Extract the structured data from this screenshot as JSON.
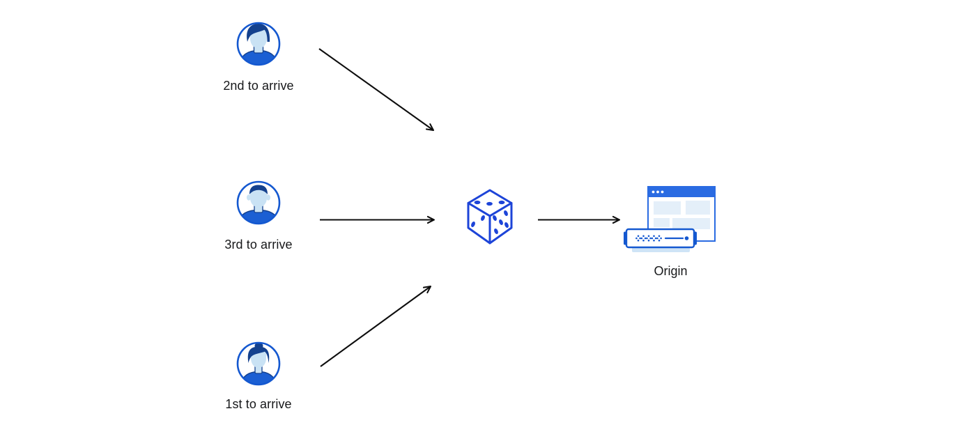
{
  "diagram": {
    "clients": [
      {
        "label": "2nd to arrive",
        "icon": "male-pompadour-avatar-icon"
      },
      {
        "label": "3rd to arrive",
        "icon": "male-flattop-avatar-icon"
      },
      {
        "label": "1st to arrive",
        "icon": "female-bun-avatar-icon"
      }
    ],
    "hub": {
      "icon": "dice-icon",
      "die_faces": {
        "top_pips": 3,
        "left_pips": 2,
        "right_pips": 5
      }
    },
    "origin": {
      "label": "Origin",
      "icon": "origin-server-browser-icon"
    },
    "colors": {
      "background": "#ffffff",
      "arrow": "#0d0d0d",
      "outline_blue": "#1458d0",
      "dice_blue": "#1d44d8",
      "hair_navy": "#14418e",
      "shirt_blue": "#1b5fd3",
      "skin_light_blue": "#c9e2f4",
      "browser_bar_blue": "#2a6be2",
      "panel_light_blue": "#e4eff9",
      "server_base_blue": "#cfe4f6",
      "label_text": "#17181a"
    }
  }
}
